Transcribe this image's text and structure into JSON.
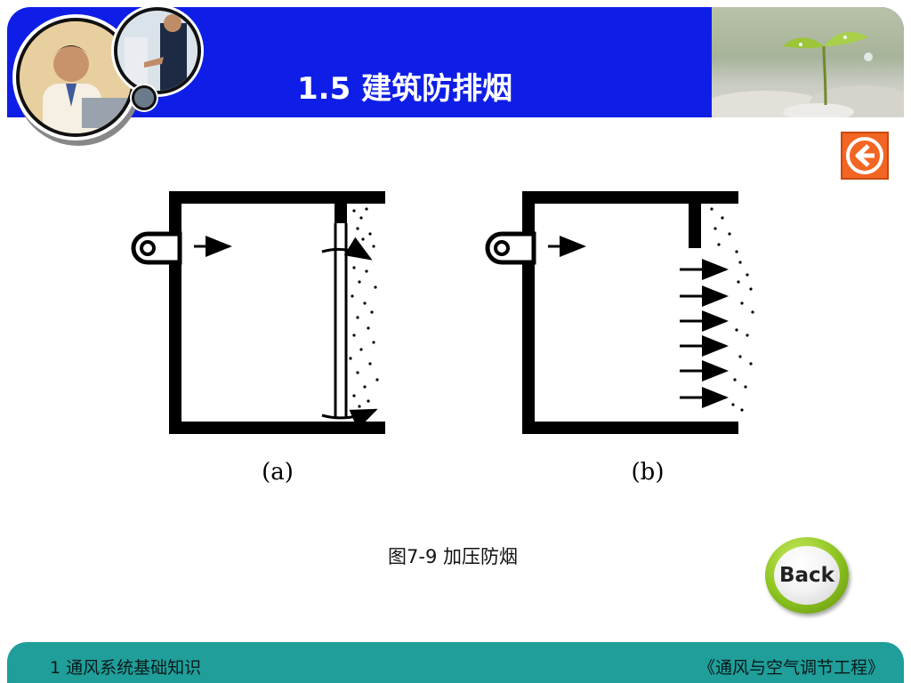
{
  "header": {
    "title": "1.5  建筑防排烟"
  },
  "diagram": {
    "panel_a_label": "(a)",
    "panel_b_label": "(b)",
    "caption": "图7-9  加压防烟"
  },
  "buttons": {
    "back_label": "Back",
    "return_icon": "back-arrow-icon"
  },
  "footer": {
    "left_text": "1 通风系统基础知识",
    "right_text": "《通风与空气调节工程》"
  },
  "colors": {
    "header_blue": "#0f1ee6",
    "footer_teal": "#1f9e9a",
    "return_orange": "#f26522",
    "back_green": "#8cc21f"
  }
}
